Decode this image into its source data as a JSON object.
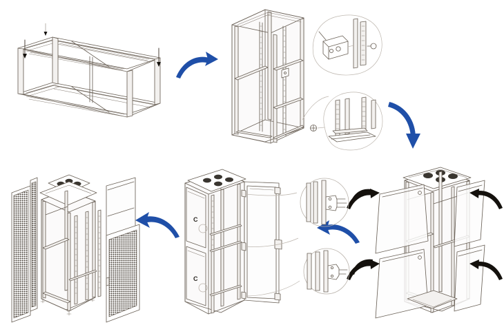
{
  "diagram": {
    "title": "Server Rack Cabinet Assembly Sequence",
    "background_color": "#ffffff",
    "line_color": "#6b6258",
    "accent_arrow_color": "#1f4fa8",
    "secondary_arrow_color": "#14110d",
    "step_count": 4
  },
  "steps": [
    {
      "id": "step-1",
      "name": "frame-skeleton-horizontal",
      "description": "Rack frame laid horizontally, top and bottom rail assemblies joined by corner posts",
      "markers": [
        "insertion-arrow-left",
        "insertion-arrow-right"
      ]
    },
    {
      "id": "step-2",
      "name": "frame-upright-with-rails",
      "description": "Frame stood upright with mounting rails installed",
      "callouts": [
        {
          "name": "bracket-fastener-detail",
          "position": "upper-right"
        },
        {
          "name": "base-rail-detail",
          "position": "lower-right"
        }
      ]
    },
    {
      "id": "step-3",
      "name": "side-panels-swing-on",
      "description": "Upper and lower side panels rotated into place on both sides of the cabinet",
      "panel_count": 4,
      "top_feature": "fan-vent-cutouts"
    },
    {
      "id": "step-4",
      "name": "doors-mounted-on-hinges",
      "description": "Glass front door mounted on hinges; hinge points labelled C",
      "hinge_labels": [
        "C",
        "C"
      ],
      "callouts": [
        {
          "name": "upper-hinge-detail",
          "position": "right-upper"
        },
        {
          "name": "lower-hinge-detail",
          "position": "right-lower"
        }
      ]
    },
    {
      "id": "step-5",
      "name": "exploded-final-assembly",
      "description": "Exploded view showing perforated mesh front and rear doors and solid side panels separated from the rack frame",
      "parts": [
        "mesh-front-door",
        "mesh-rear-door",
        "side-panel-upper",
        "side-panel-lower",
        "top-cap-with-fans"
      ]
    }
  ],
  "arrows": [
    {
      "name": "arrow-step1-to-step2",
      "direction": "right",
      "color": "#1f4fa8"
    },
    {
      "name": "arrow-step2-to-step3",
      "direction": "down-right",
      "color": "#1f4fa8"
    },
    {
      "name": "arrow-step3-to-step4",
      "direction": "left",
      "color": "#1f4fa8"
    },
    {
      "name": "arrow-step4-to-step5",
      "direction": "left",
      "color": "#1f4fa8"
    },
    {
      "name": "panel-rotate-top-left",
      "direction": "clockwise",
      "color": "#14110d"
    },
    {
      "name": "panel-rotate-top-right",
      "direction": "counter-clockwise",
      "color": "#14110d"
    },
    {
      "name": "panel-rotate-bottom-left",
      "direction": "clockwise",
      "color": "#14110d"
    },
    {
      "name": "panel-rotate-bottom-right",
      "direction": "counter-clockwise",
      "color": "#14110d"
    },
    {
      "name": "hinge-hint-upper",
      "direction": "arc",
      "color": "#14110d"
    },
    {
      "name": "hinge-hint-lower",
      "direction": "arc",
      "color": "#14110d"
    }
  ],
  "labels": {
    "hinge_upper": "C",
    "hinge_lower": "C"
  }
}
